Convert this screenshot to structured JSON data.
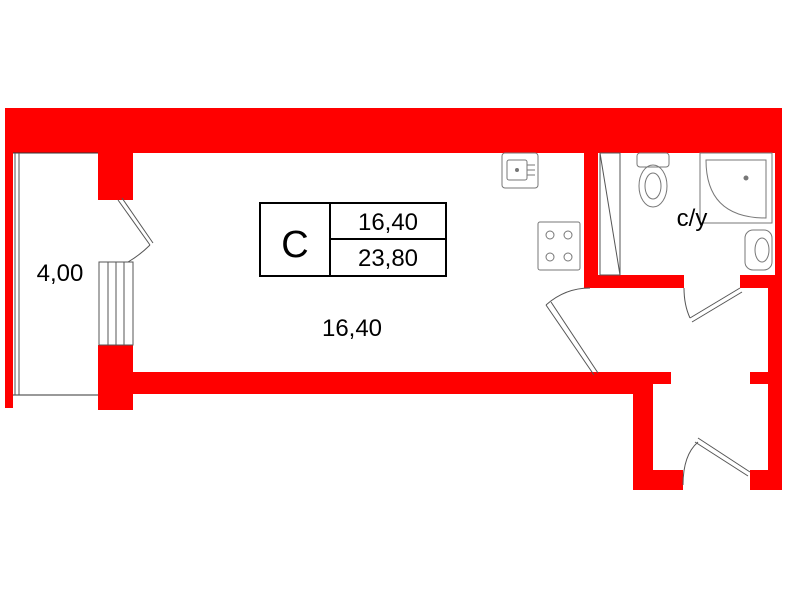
{
  "plan": {
    "wall_color": "#ff0000",
    "info_box": {
      "type_letter": "С",
      "living_area": "16,40",
      "total_area": "23,80"
    },
    "rooms": {
      "main_room_area": "16,40",
      "balcony_area": "4,00",
      "bathroom_label": "с/у"
    },
    "fixture_icons": [
      "sink-icon",
      "stove-icon",
      "toilet-icon",
      "shower-icon",
      "washbasin-icon"
    ]
  }
}
